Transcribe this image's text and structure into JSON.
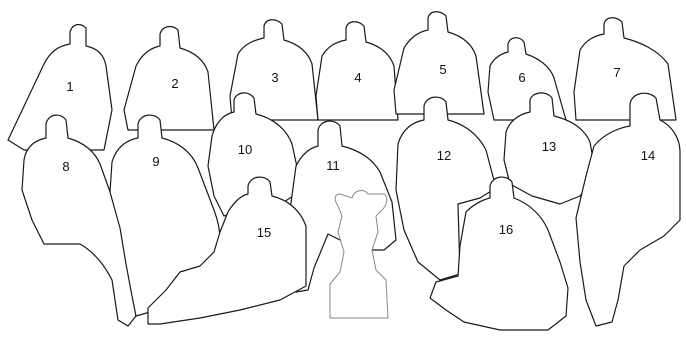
{
  "diagram": {
    "labels": [
      "1",
      "2",
      "3",
      "4",
      "5",
      "6",
      "7",
      "8",
      "9",
      "10",
      "11",
      "12",
      "13",
      "14",
      "15",
      "16"
    ],
    "stroke_color": "#1a1a1a",
    "trophy_color": "#888888",
    "trophy_icon": "trophy-icon"
  }
}
